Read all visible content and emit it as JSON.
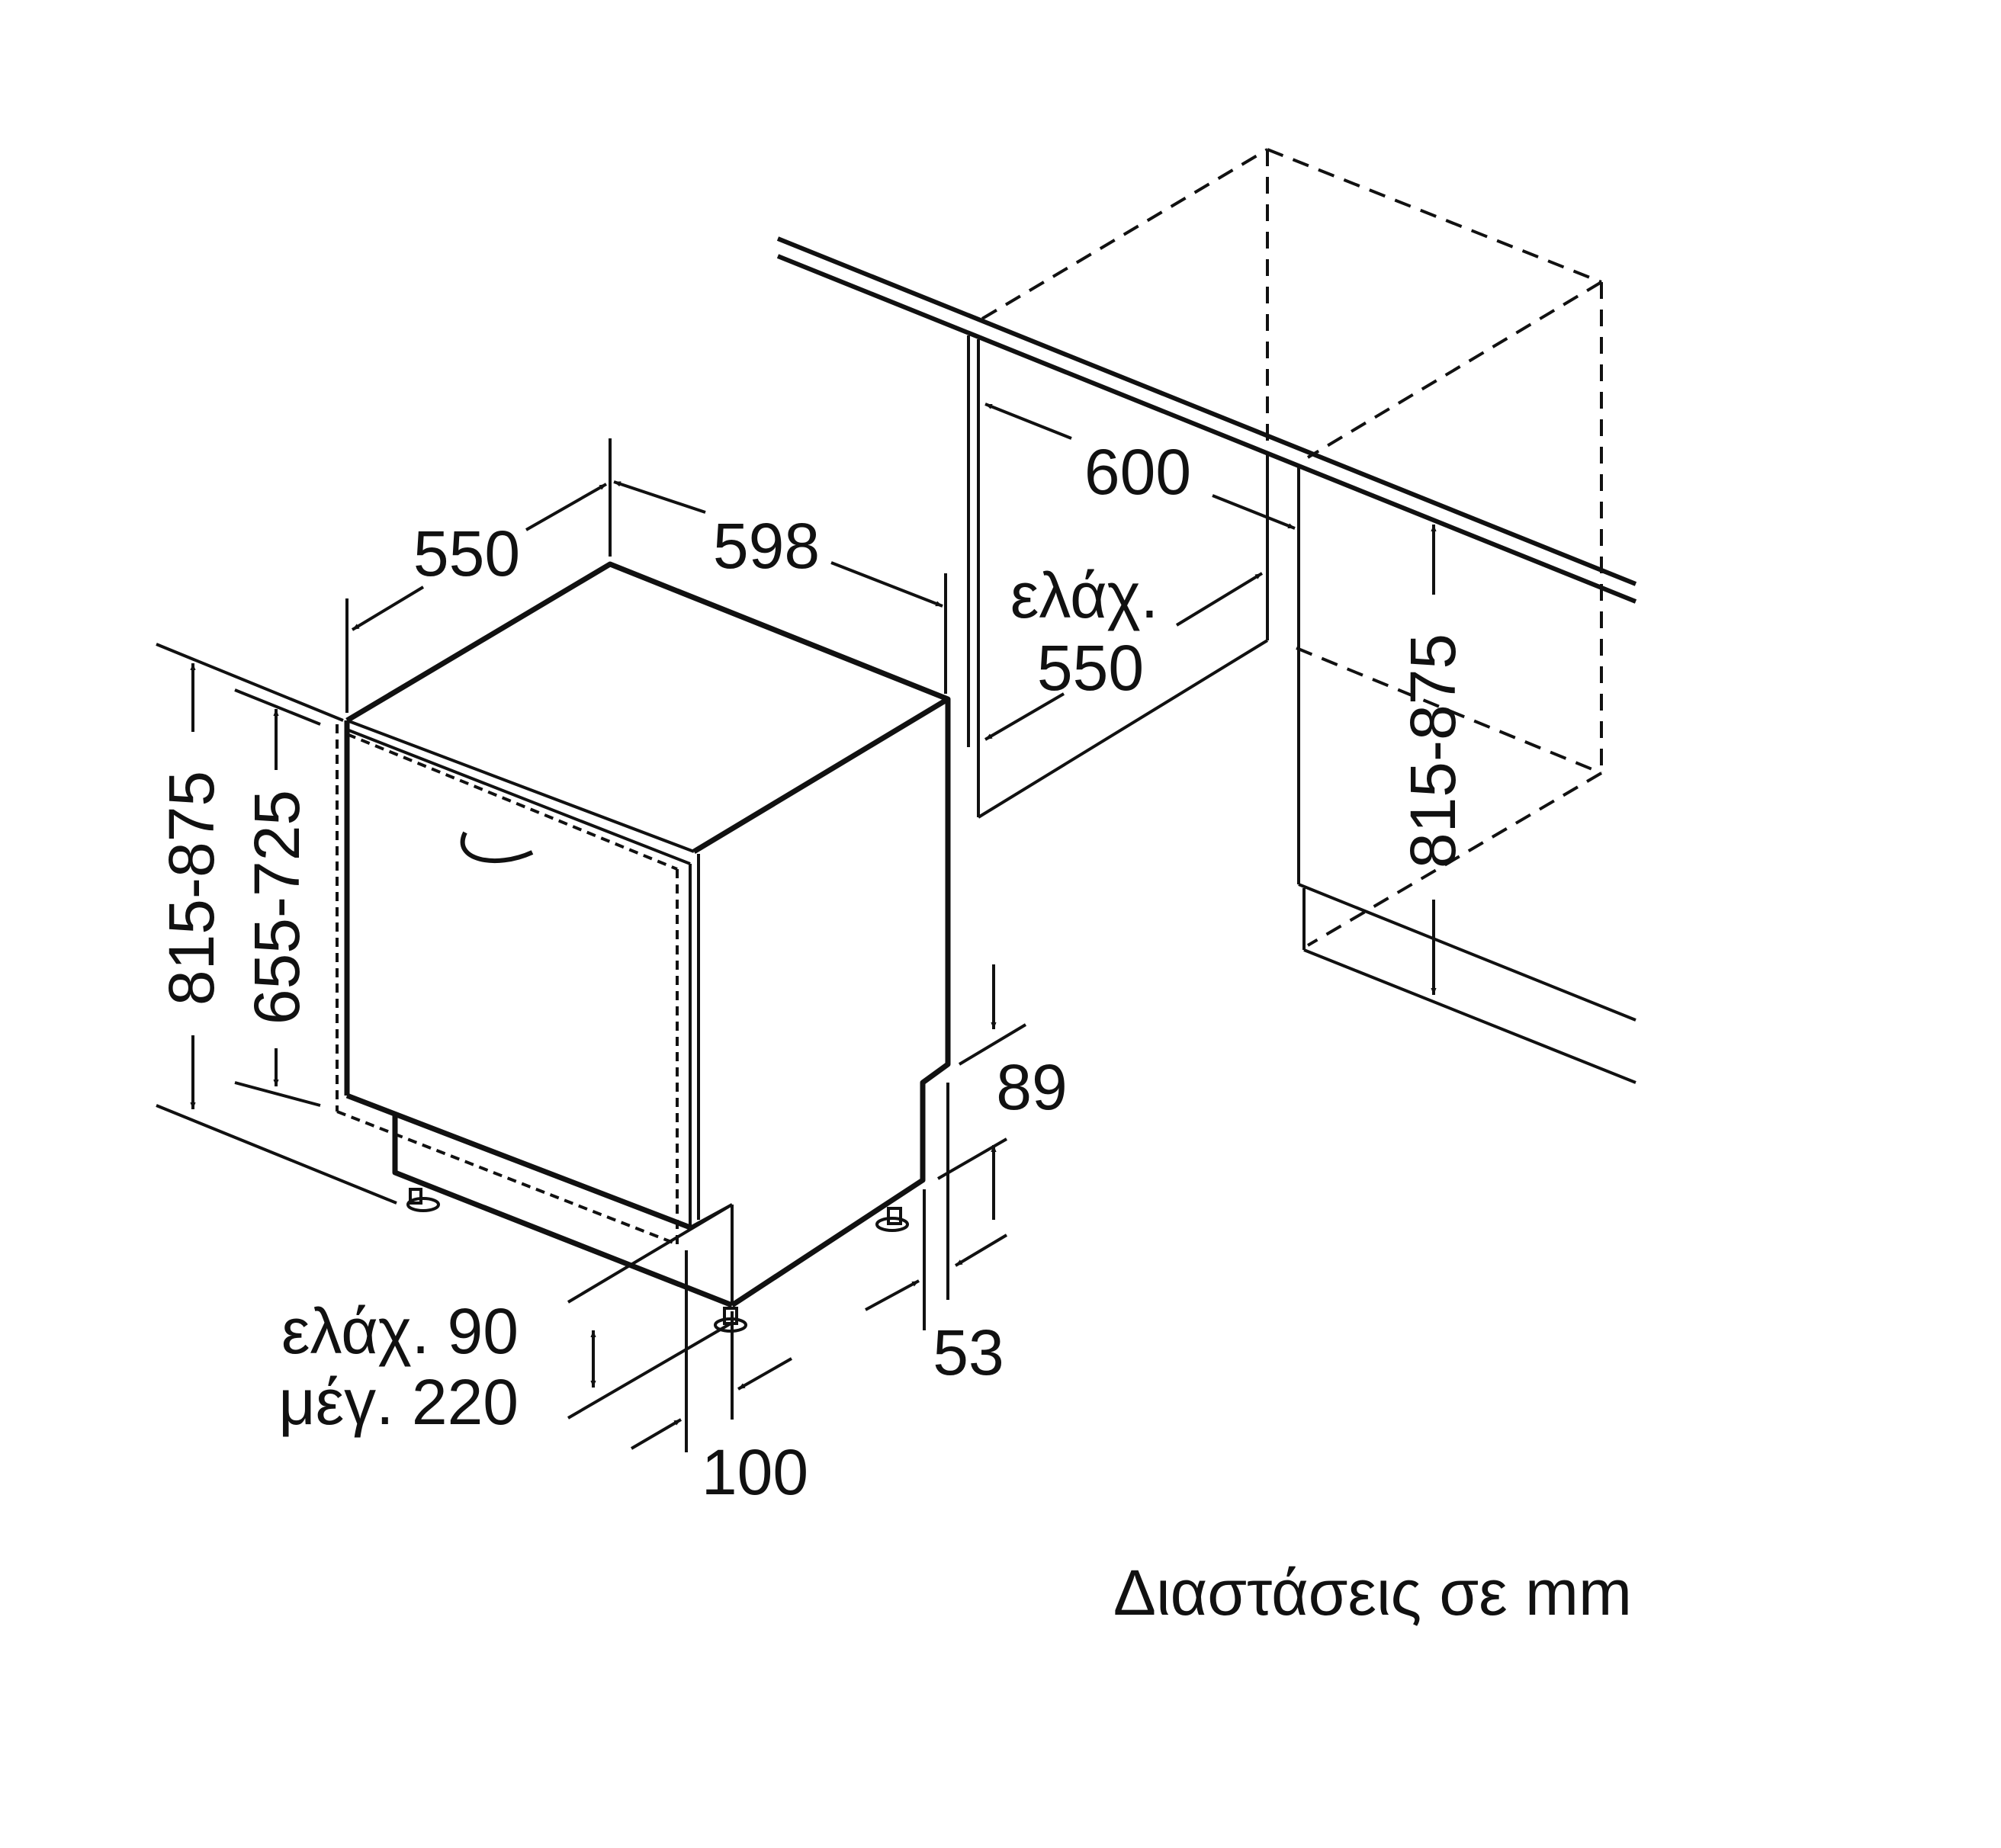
{
  "colors": {
    "line": "#111111",
    "background": "#ffffff"
  },
  "dimensions": {
    "width_598": "598",
    "depth_550": "550",
    "height_815_875": "815-875",
    "door_height_655_725": "655-725",
    "niche_width_600": "600",
    "niche_depth_min_label": "ελάχ.",
    "niche_depth_550": "550",
    "niche_height_815_875": "815-875",
    "plinth_89": "89",
    "plinth_53": "53",
    "plinth_100": "100",
    "plinth_min": "ελάχ. 90",
    "plinth_max": "μέγ. 220"
  },
  "footer": {
    "caption": "Διαστάσεις σε mm"
  }
}
